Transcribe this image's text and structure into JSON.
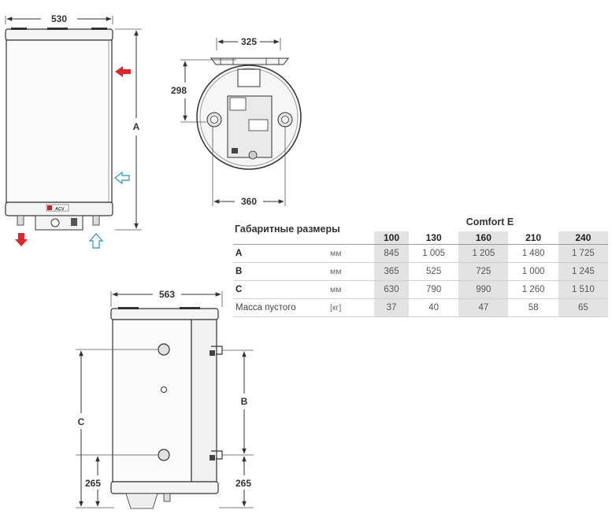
{
  "dimensions": {
    "width_top": "530",
    "height_a": "A",
    "bracket_width": "325",
    "bracket_height": "298",
    "diameter": "360",
    "width_side": "563",
    "dim_c": "C",
    "dim_b": "B",
    "offset_left": "265",
    "offset_right": "265"
  },
  "brand_label": "ACV",
  "table": {
    "title": "Габаритные размеры",
    "model": "Comfort E",
    "columns": [
      "100",
      "130",
      "160",
      "210",
      "240"
    ],
    "rows": [
      {
        "param": "A",
        "unit": "мм",
        "values": [
          "845",
          "1 005",
          "1 205",
          "1 480",
          "1 725"
        ]
      },
      {
        "param": "B",
        "unit": "мм",
        "values": [
          "365",
          "525",
          "725",
          "1 000",
          "1 245"
        ]
      },
      {
        "param": "C",
        "unit": "мм",
        "values": [
          "630",
          "790",
          "990",
          "1 260",
          "1 510"
        ]
      },
      {
        "param": "Масса пустого",
        "unit": "[кг]",
        "values": [
          "37",
          "40",
          "47",
          "58",
          "65"
        ]
      }
    ]
  },
  "colors": {
    "hot_arrow": "#e0262b",
    "cold_arrow": "#2a8fc9",
    "outline": "#333333"
  }
}
